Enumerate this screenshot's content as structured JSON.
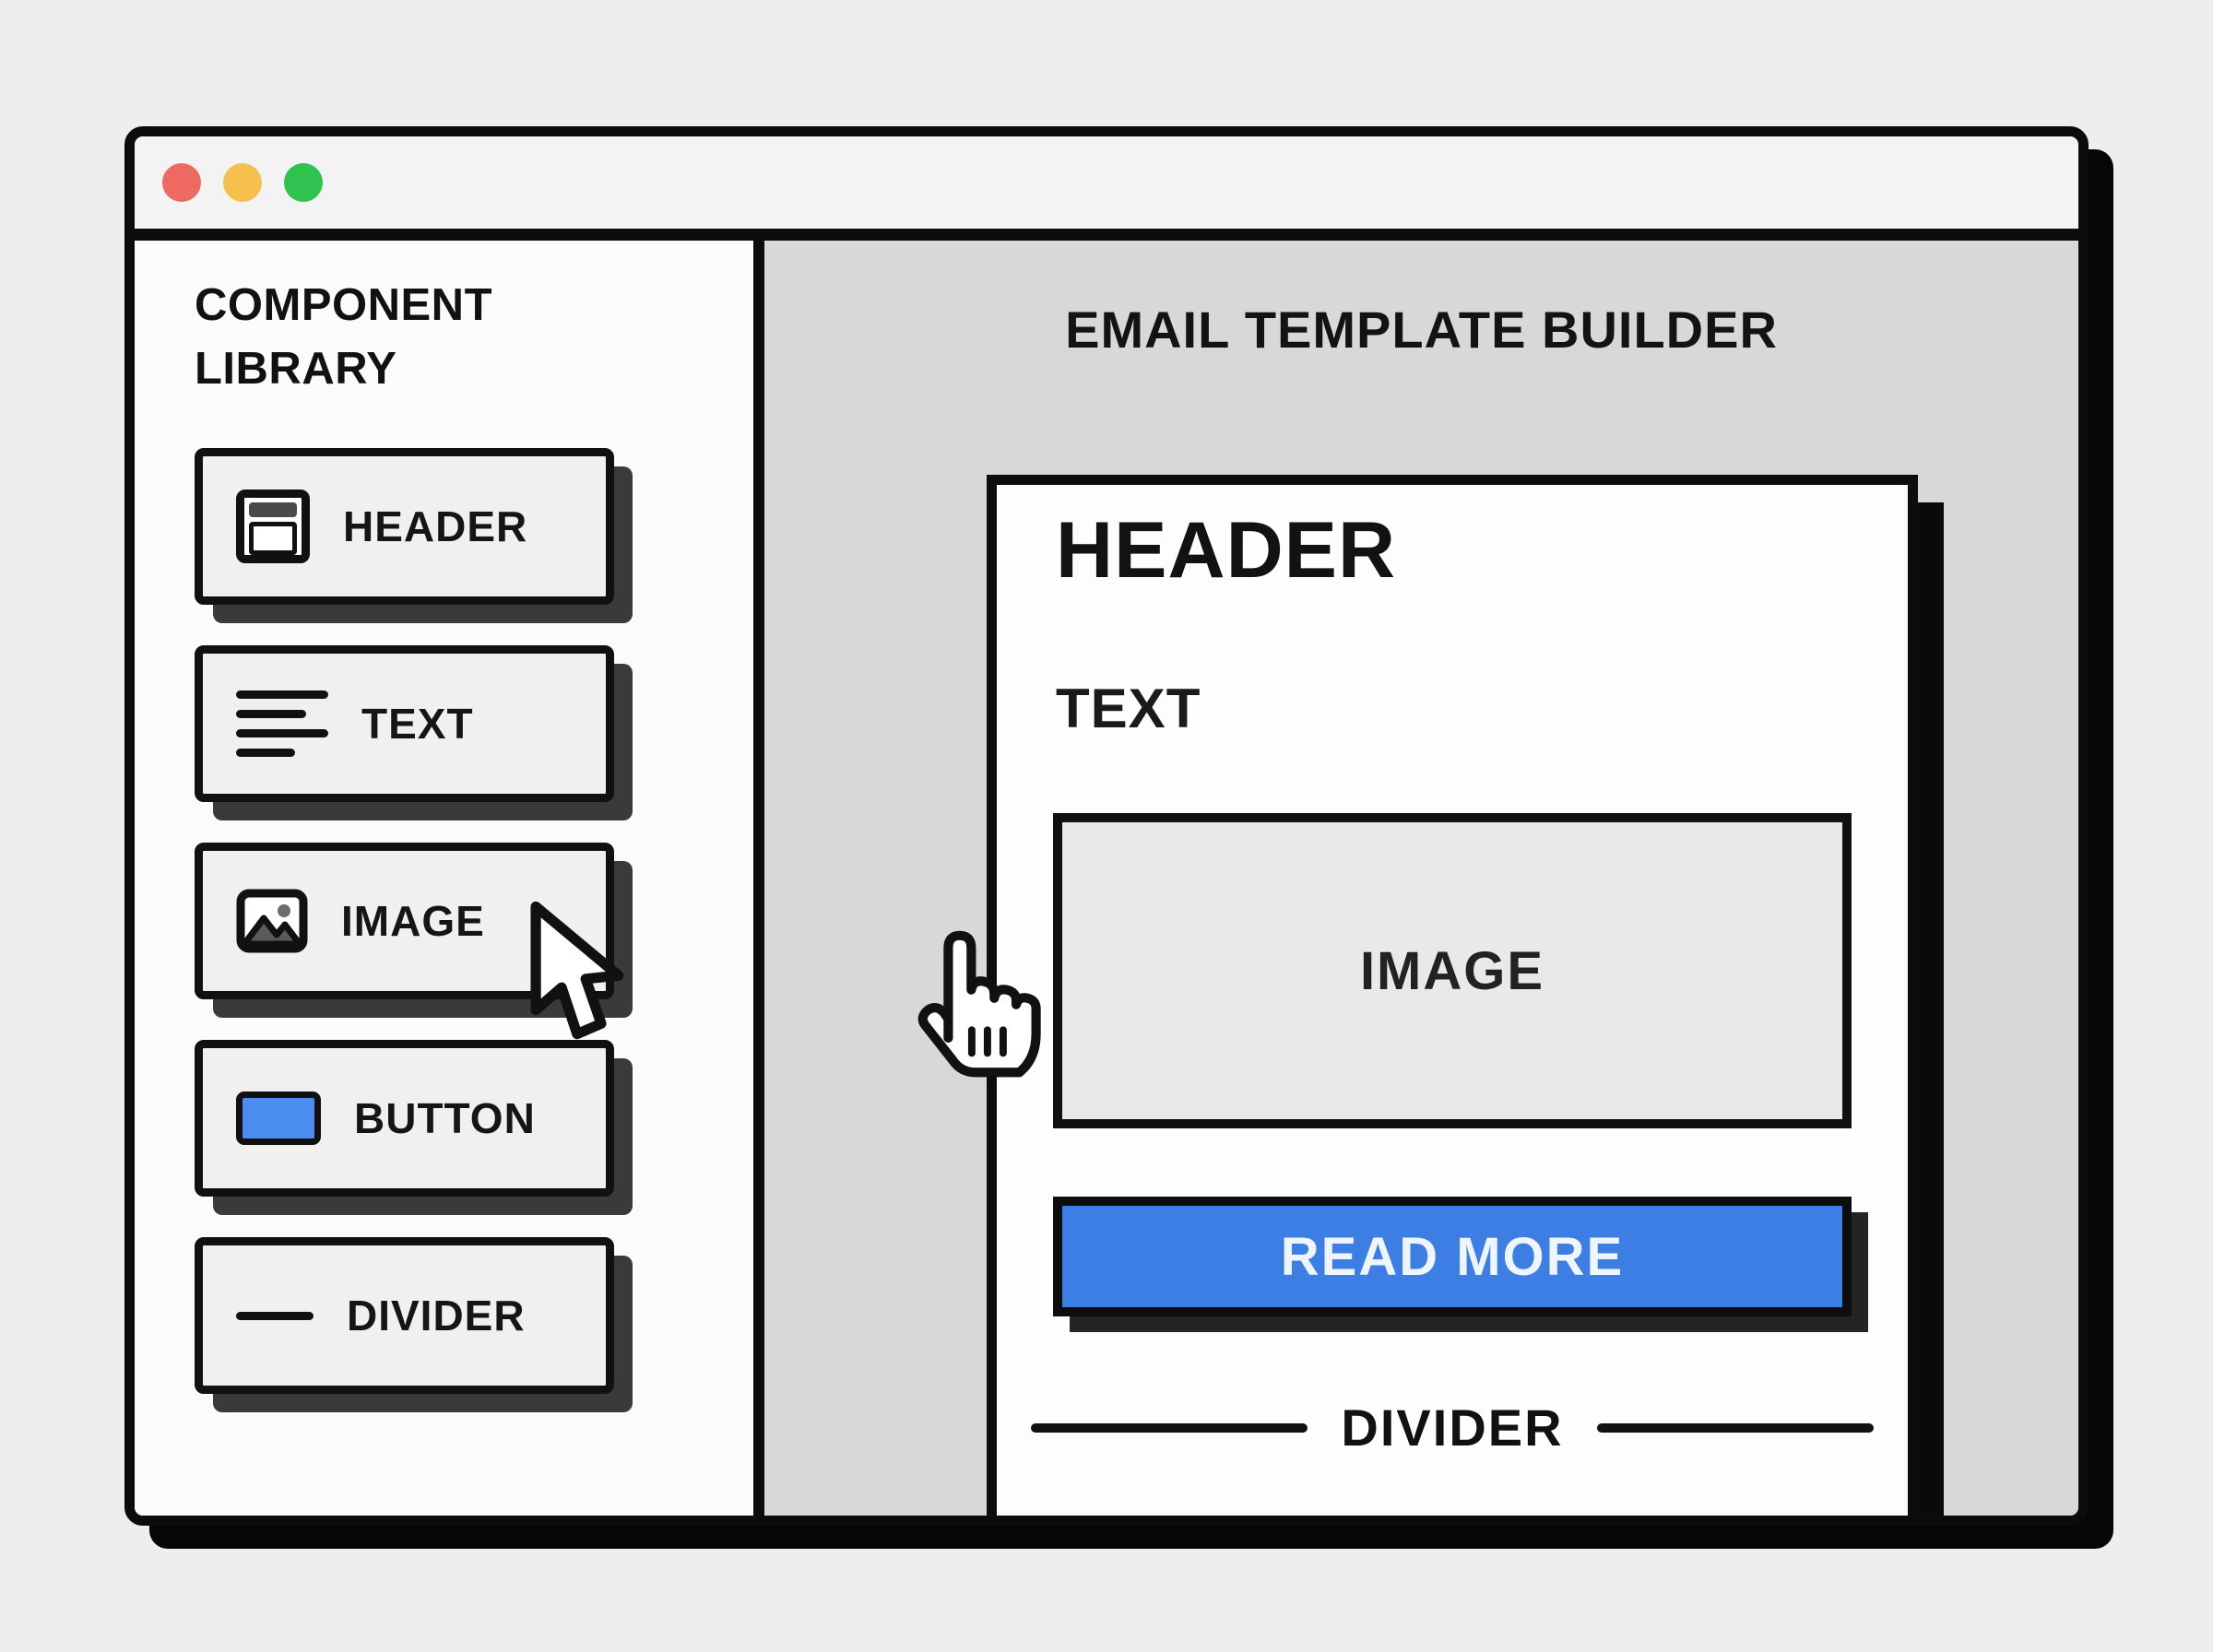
{
  "titlebar": {
    "traffic_lights": [
      {
        "name": "close",
        "color": "#ee6a60"
      },
      {
        "name": "minimize",
        "color": "#f6c04e"
      },
      {
        "name": "zoom",
        "color": "#2fc24e"
      }
    ]
  },
  "sidebar": {
    "title": "COMPONENT LIBRARY",
    "items": [
      {
        "id": "header",
        "label": "HEADER",
        "icon": "window-header-icon"
      },
      {
        "id": "text",
        "label": "TEXT",
        "icon": "text-lines-icon"
      },
      {
        "id": "image",
        "label": "IMAGE",
        "icon": "image-icon"
      },
      {
        "id": "button",
        "label": "BUTTON",
        "icon": "button-icon"
      },
      {
        "id": "divider",
        "label": "DIVIDER",
        "icon": "divider-line-icon"
      }
    ]
  },
  "canvas": {
    "title": "EMAIL TEMPLATE BUILDER",
    "template": {
      "header_label": "HEADER",
      "text_label": "TEXT",
      "image_label": "IMAGE",
      "button_label": "READ MORE",
      "divider_label": "DIVIDER"
    }
  },
  "cursors": [
    {
      "name": "arrow-cursor",
      "location": "sidebar-image-component"
    },
    {
      "name": "hand-cursor",
      "location": "canvas-image-block"
    }
  ],
  "colors": {
    "button_blue": "#3d7ee4",
    "icon_blue": "#4a8cf0",
    "canvas_bg": "#d8d8d8",
    "sidebar_bg": "#fbfbfb",
    "window_shadow": "#060606",
    "component_shadow": "#3a3a3a"
  }
}
